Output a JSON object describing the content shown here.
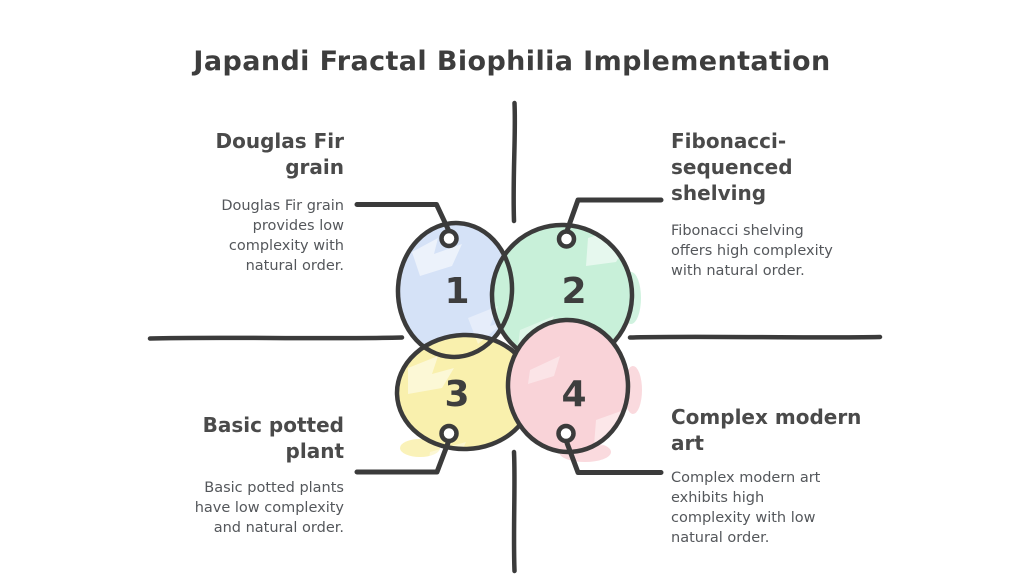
{
  "title": "Japandi Fractal Biophilia Implementation",
  "colors": {
    "outline": "#3b3b3b",
    "title_text": "#3d3d3d",
    "heading_text": "#4a4a4a",
    "body_text": "#54575b",
    "circle_1_fill": "#d5e2f7",
    "circle_2_fill": "#c8f0d9",
    "circle_3_fill": "#f9f0ad",
    "circle_4_fill": "#f9d3d8"
  },
  "circles": [
    {
      "number": "1",
      "color": "#d5e2f7"
    },
    {
      "number": "2",
      "color": "#c8f0d9"
    },
    {
      "number": "3",
      "color": "#f9f0ad"
    },
    {
      "number": "4",
      "color": "#f9d3d8"
    }
  ],
  "quadrants": [
    {
      "position": "top-left",
      "heading": "Douglas Fir\ngrain",
      "body": "Douglas Fir grain\nprovides low\ncomplexity with\nnatural order."
    },
    {
      "position": "top-right",
      "heading": "Fibonacci-\nsequenced\nshelving",
      "body": "Fibonacci shelving\noffers high complexity\nwith natural order."
    },
    {
      "position": "bottom-left",
      "heading": "Basic potted\nplant",
      "body": "Basic potted plants\nhave low complexity\nand natural order."
    },
    {
      "position": "bottom-right",
      "heading": "Complex modern\nart",
      "body": "Complex modern art\nexhibits high\ncomplexity with low\nnatural order."
    }
  ]
}
